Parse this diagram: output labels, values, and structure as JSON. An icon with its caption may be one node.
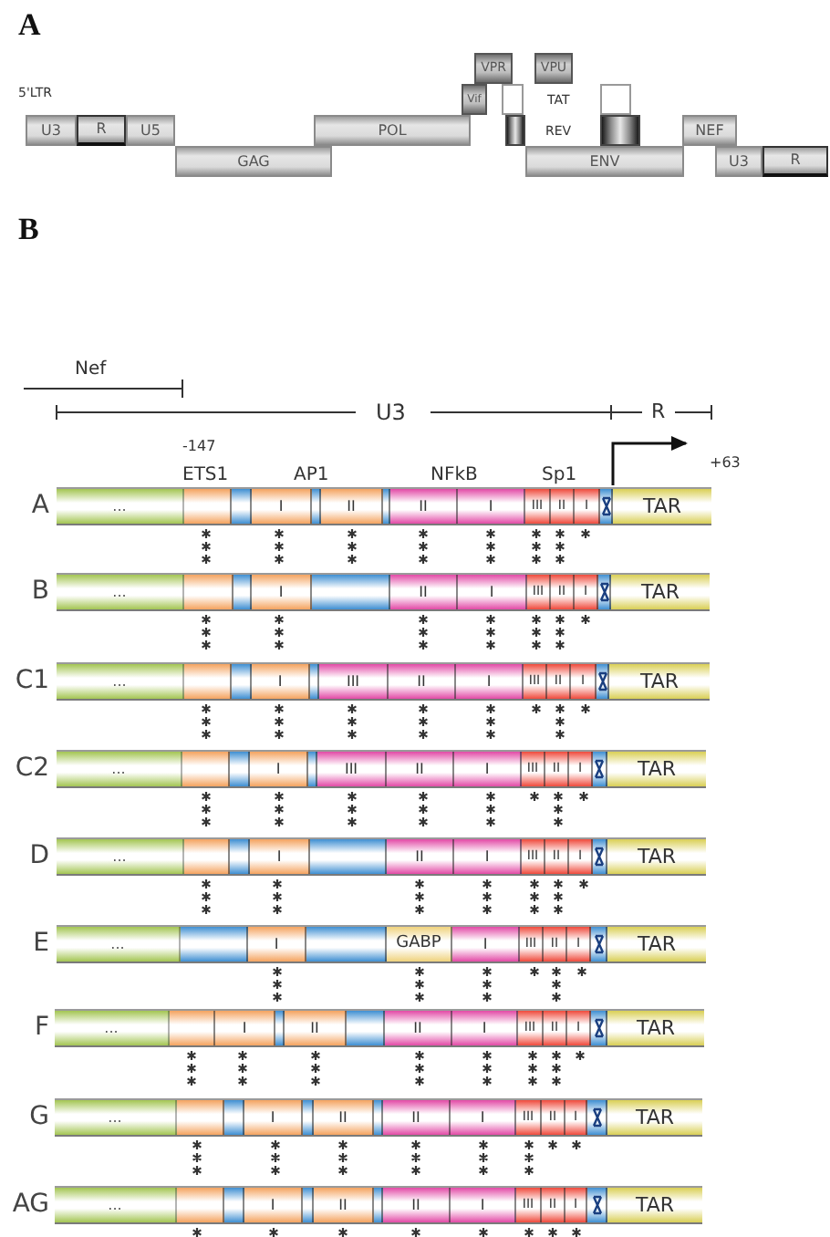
{
  "diagram": {
    "nodes": [
      {
        "text": [
          "U3"
        ]
      },
      {
        "text": [
          "R"
        ]
      },
      {
        "text": [
          "U5"
        ]
      },
      {
        "text": [
          "GAG"
        ]
      },
      {
        "text": [
          "POL"
        ]
      },
      {
        "text": [
          "Vif"
        ]
      },
      {
        "text": [
          "VPR"
        ]
      },
      {
        "text": [],
        "shape": "box"
      },
      {
        "text": [],
        "shape": "box"
      },
      {
        "text": [
          "VPU"
        ]
      },
      {
        "text": [],
        "shape": "box"
      },
      {
        "text": [],
        "shape": "box"
      },
      {
        "text": [
          "ENV"
        ]
      },
      {
        "text": [
          "NEF"
        ]
      },
      {
        "text": [
          "U3"
        ]
      },
      {
        "text": [
          "R"
        ]
      },
      {
        "text": [
          "...",
          "I",
          "II",
          "II",
          "I",
          "III",
          "II",
          "I",
          "TAR"
        ],
        "beside": [
          "A"
        ]
      },
      {
        "text": [
          "...",
          "I",
          "II",
          "I",
          "III",
          "II",
          "I",
          "TAR"
        ],
        "beside": [
          "B"
        ]
      },
      {
        "text": [
          "...",
          "I",
          "III",
          "II",
          "I",
          "III",
          "II",
          "I",
          "TAR"
        ],
        "beside": [
          "C1"
        ]
      },
      {
        "text": [
          "...",
          "I",
          "III",
          "II",
          "I",
          "III",
          "II",
          "I",
          "TAR"
        ],
        "beside": [
          "C2"
        ]
      },
      {
        "text": [
          "...",
          "I",
          "II",
          "I",
          "III",
          "II",
          "I",
          "TAR"
        ],
        "beside": [
          "D"
        ]
      },
      {
        "text": [
          "...",
          "I",
          "GABP",
          "I",
          "III",
          "II",
          "I",
          "TAR"
        ],
        "beside": [
          "E"
        ]
      },
      {
        "text": [
          "...",
          "I",
          "II",
          "II",
          "I",
          "III",
          "II",
          "I",
          "TAR"
        ],
        "beside": [
          "F"
        ]
      },
      {
        "text": [
          "...",
          "I",
          "II",
          "II",
          "I",
          "III",
          "II",
          "I",
          "TAR"
        ],
        "beside": [
          "G"
        ]
      },
      {
        "text": [
          "...",
          "I",
          "II",
          "II",
          "I",
          "III",
          "II",
          "I",
          "TAR"
        ],
        "beside": [
          "AG"
        ]
      }
    ],
    "labels": [
      "A",
      "5'LTR",
      "TAT",
      "REV",
      "B",
      "Nef",
      "U3",
      "R",
      "-147",
      "+63",
      "ETS1",
      "AP1",
      "NFkB",
      "Sp1"
    ]
  }
}
